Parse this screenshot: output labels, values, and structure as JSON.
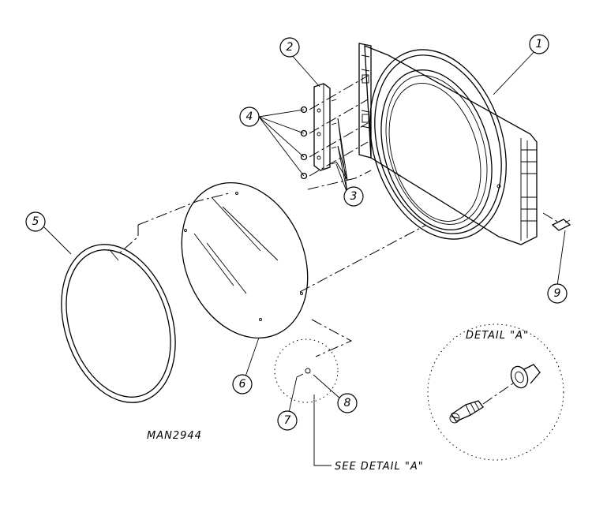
{
  "diagram": {
    "part_number": "MAN2944",
    "detail_title": "DETAIL \"A\"",
    "see_detail_note": "SEE DETAIL \"A\"",
    "callouts": [
      {
        "id": "1",
        "label": "1"
      },
      {
        "id": "2",
        "label": "2"
      },
      {
        "id": "3",
        "label": "3"
      },
      {
        "id": "4",
        "label": "4"
      },
      {
        "id": "5",
        "label": "5"
      },
      {
        "id": "6",
        "label": "6"
      },
      {
        "id": "7",
        "label": "7"
      },
      {
        "id": "8",
        "label": "8"
      },
      {
        "id": "9",
        "label": "9"
      }
    ]
  }
}
